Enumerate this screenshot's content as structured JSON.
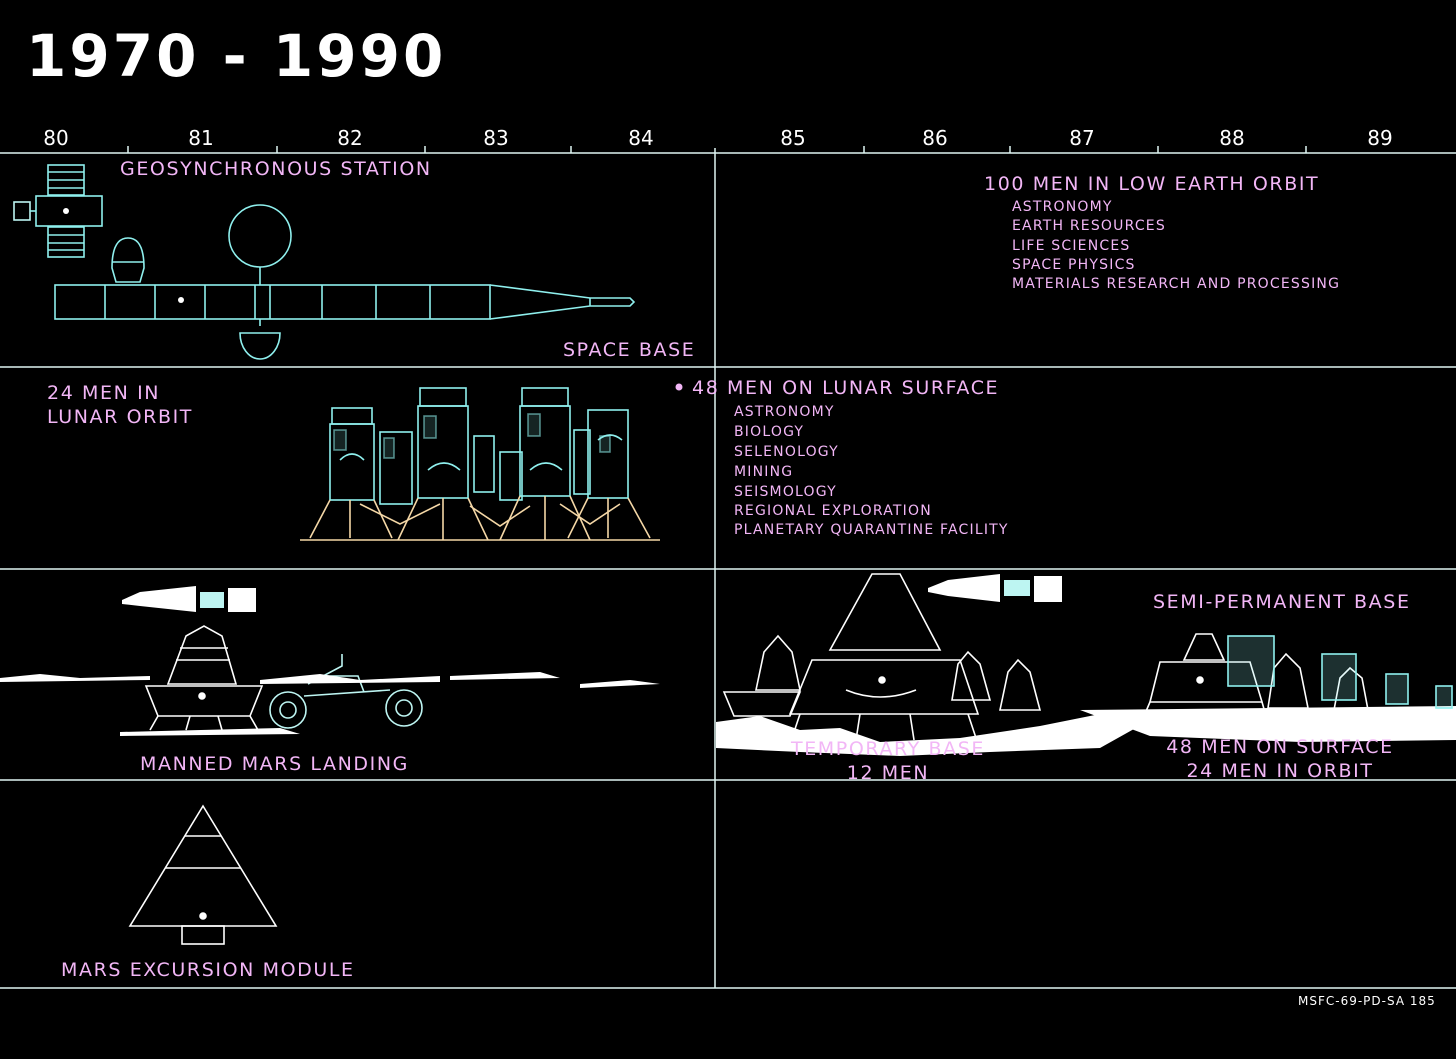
{
  "title": "1970 - 1990",
  "years": [
    "80",
    "81",
    "82",
    "83",
    "84",
    "85",
    "86",
    "87",
    "88",
    "89"
  ],
  "rows": {
    "geo_station": "GEOSYNCHRONOUS STATION",
    "space_base": "SPACE BASE",
    "leo": {
      "header": "100 MEN IN LOW EARTH ORBIT",
      "items": [
        "ASTRONOMY",
        "EARTH RESOURCES",
        "LIFE SCIENCES",
        "SPACE PHYSICS",
        "MATERIALS RESEARCH AND PROCESSING"
      ]
    },
    "lunar_orbit": [
      "24 MEN IN",
      "LUNAR ORBIT"
    ],
    "lunar_surface": {
      "header": "48 MEN ON LUNAR SURFACE",
      "items": [
        "ASTRONOMY",
        "BIOLOGY",
        "SELENOLOGY",
        "MINING",
        "SEISMOLOGY",
        "REGIONAL EXPLORATION",
        "PLANETARY QUARANTINE FACILITY"
      ]
    },
    "mars_landing": "MANNED MARS LANDING",
    "semi_permanent": "SEMI-PERMANENT BASE",
    "temporary_base": [
      "TEMPORARY BASE",
      "12 MEN"
    ],
    "surface_orbit": [
      "48 MEN ON SURFACE",
      "24 MEN IN ORBIT"
    ],
    "mem": "MARS EXCURSION MODULE"
  },
  "credit": "MSFC-69-PD-SA 185",
  "colors": {
    "background": "#000000",
    "grid": "#dff6f2",
    "label": "#f2b6f6",
    "line_art": "#8ff0ee",
    "lander_legs": "#f4d7a6"
  }
}
